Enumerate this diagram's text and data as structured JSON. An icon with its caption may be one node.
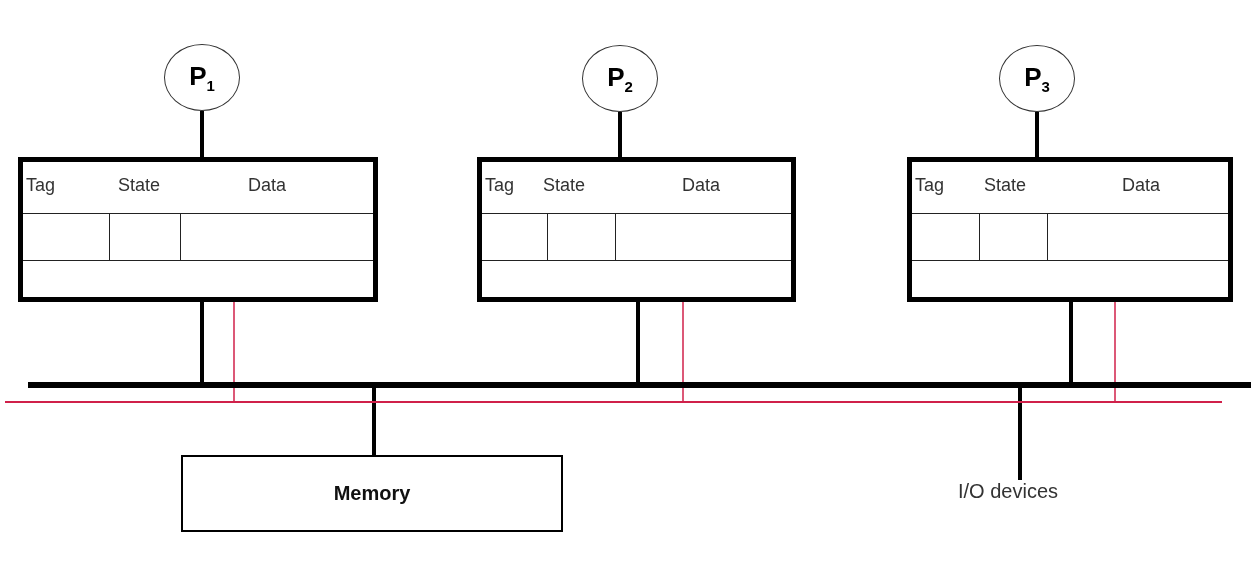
{
  "diagram": {
    "nodes": [
      {
        "text": [
          "P$_{1}$"
        ]
      },
      {
        "text": [
          "Tag",
          "State",
          "Data"
        ]
      },
      {
        "text": [
          "P$_{2}$"
        ]
      },
      {
        "text": [
          "Tag",
          "State",
          "Data"
        ]
      },
      {
        "text": [
          "P$_{3}$"
        ]
      },
      {
        "text": [
          "Tag",
          "State",
          "Data"
        ]
      },
      {
        "text": [],
        "shape": "bar"
      },
      {
        "text": [],
        "shape": "bar"
      },
      {
        "text": [
          "Memory"
        ]
      },
      {
        "text": [
          "I/O devices"
        ]
      }
    ],
    "edges": [
      {
        "from": 0,
        "to": 1,
        "arrow": "none"
      },
      {
        "from": 2,
        "to": 3,
        "arrow": "none"
      },
      {
        "from": 4,
        "to": 5,
        "arrow": "none"
      },
      {
        "from": 1,
        "to": 6,
        "arrow": "none"
      },
      {
        "from": 1,
        "to": 7,
        "arrow": "none",
        "color": "#d0204a"
      },
      {
        "from": 3,
        "to": 6,
        "arrow": "none"
      },
      {
        "from": 3,
        "to": 7,
        "arrow": "none",
        "color": "#d0204a"
      },
      {
        "from": 5,
        "to": 6,
        "arrow": "none"
      },
      {
        "from": 5,
        "to": 7,
        "arrow": "none",
        "color": "#d0204a"
      },
      {
        "from": 6,
        "to": 8,
        "arrow": "none"
      },
      {
        "from": 6,
        "to": 9,
        "arrow": "none"
      }
    ]
  }
}
